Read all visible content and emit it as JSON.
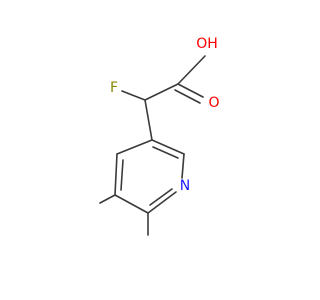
{
  "molecule": {
    "atoms": {
      "oxygen_hydroxyl": {
        "label": "OH",
        "color": "#ff0000"
      },
      "oxygen_carbonyl": {
        "label": "O",
        "color": "#ff0000"
      },
      "fluorine": {
        "label": "F",
        "color": "#8a8a00"
      },
      "nitrogen": {
        "label": "N",
        "color": "#1a1aff"
      }
    },
    "bond_color": "#3a3a3a"
  }
}
